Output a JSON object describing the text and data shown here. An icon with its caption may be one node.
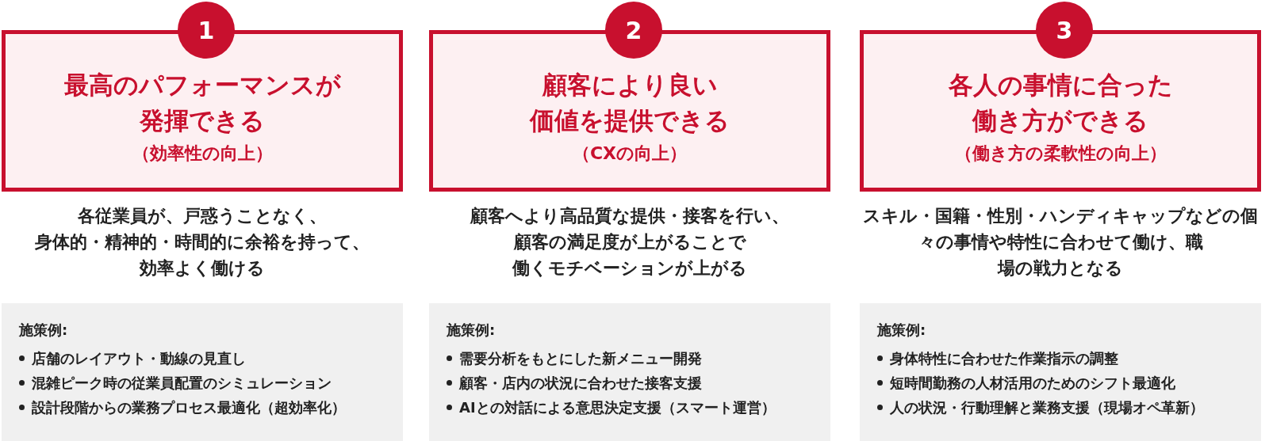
{
  "diagram": {
    "nodes": [
      {
        "text": [
          "1"
        ]
      },
      {
        "text": [
          "最高のパフォーマンスが発揮できる",
          "（効率性の向上）"
        ]
      },
      {
        "text": [
          "施策例:",
          "店舗のレイアウト・動線の見直し",
          "混雑ピーク時の従業員配置のシミュレーション",
          "設計段階からの業務プロセス最適化（超効率化）"
        ]
      },
      {
        "text": [
          "2"
        ]
      },
      {
        "text": [
          "顧客により良い価値を提供できる",
          "（CXの向上）"
        ]
      },
      {
        "text": [
          "施策例:",
          "需要分析をもとにした新メニュー開発",
          "顧客・店内の状況に合わせた接客支援",
          "AIとの対話による意思決定支援（スマート運営）"
        ]
      },
      {
        "text": [
          "3"
        ]
      },
      {
        "text": [
          "各人の事情に合った働き方ができる",
          "（働き方の柔軟性の向上）"
        ]
      },
      {
        "text": [
          "施策例:",
          "身体特性に合わせた作業指示の調整",
          "短時間勤務の人材活用のためのシフト最適化",
          "人の状況・行動理解と業務支援（現場オペ革新）"
        ]
      }
    ],
    "labels": [
      "各従業員が、戸惑うことなく、身体的・精神的・時間的に余裕を持って、効率よく働ける",
      "顧客へより高品質な提供・接客を行い、顧客の満足度が上がることで働くモチベーションが上がる",
      "スキル・国籍・性別・ハンディキャップなどの個々の事情や特性に合わせて働け、職場の戦力となる"
    ]
  }
}
